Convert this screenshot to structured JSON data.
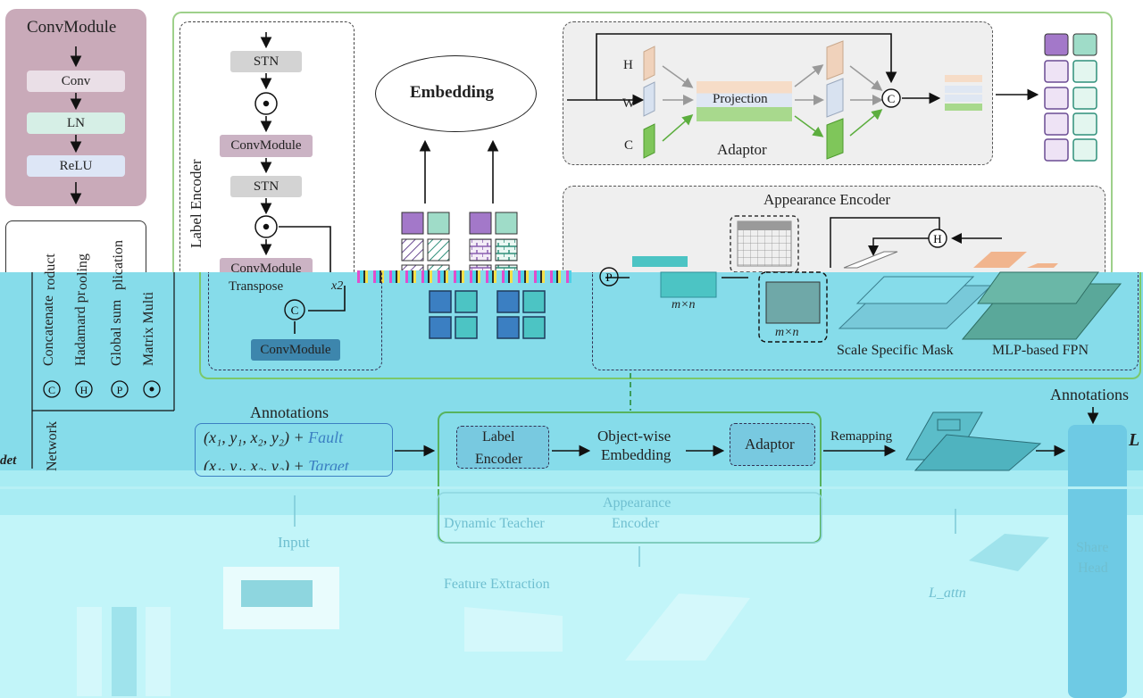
{
  "convmodule": {
    "title": "ConvModule",
    "steps": [
      "Conv",
      "LN",
      "ReLU"
    ]
  },
  "legend": {
    "items": [
      {
        "symbol": "C",
        "label": "Concatenate",
        "extra": "roduct"
      },
      {
        "symbol": "H",
        "label": "Hadamard pr",
        "extra": "ooling"
      },
      {
        "symbol": "P",
        "label": "Global sum",
        "extra": "plication"
      },
      {
        "symbol": "⊙",
        "label": "Matrix Multi",
        "extra": ""
      }
    ],
    "network_label": "Network",
    "detect_fragment": "det"
  },
  "label_encoder": {
    "title": "Label Encoder",
    "blocks": [
      "STN",
      "ConvModule",
      "STN",
      "ConvModule"
    ],
    "transpose_label": "Transpose",
    "x2_label": "x2",
    "bottom_block": "ConvModule"
  },
  "embedding": {
    "label": "Embedding"
  },
  "adaptor": {
    "title": "Adaptor",
    "axis_labels": [
      "H",
      "W",
      "C"
    ],
    "projection_label": "Projection"
  },
  "appearance_encoder": {
    "title": "Appearance Encoder",
    "dim_label": "m×n",
    "scale_mask_label": "Scale Specific Mask",
    "fpn_label": "MLP-based FPN"
  },
  "bottom": {
    "annotations_left": "Annotations",
    "formula_1_prefix": "(x₁, y₁, x₂, y₂) + ",
    "formula_1_class": "Fault",
    "formula_2_prefix": "(x₁, y₁, x₂, y₂) + ",
    "formula_2_class": "Target",
    "label_encoder_box": "Label",
    "label_encoder_box_2": "Encoder",
    "object_wise": "Object-wise",
    "object_wise_2": "Embedding",
    "adaptor_box": "Adaptor",
    "remapping": "Remapping",
    "annotations_right": "Annotations",
    "loss_fragment": "L",
    "input_label": "Input",
    "dynamic_teacher": "Dynamic Teacher",
    "appearance": "Appearance",
    "encoder": "Encoder",
    "feature_extraction": "Feature Extraction",
    "share_head_1": "Share",
    "share_head_2": "Head",
    "loss_mid": "L_attn"
  },
  "colors": {
    "mauve": "#c9aab9",
    "pink_pill": "#eadfe7",
    "mint": "#d6efe6",
    "lav": "#dde6f6",
    "stn_gray": "#d3d3d3",
    "convmod_purple": "#cbb3c4",
    "green_border": "#9ed08a",
    "purple_sq": "#a378c9",
    "teal_sq": "#9fdcc8",
    "band_cyan": "#86dcea"
  }
}
